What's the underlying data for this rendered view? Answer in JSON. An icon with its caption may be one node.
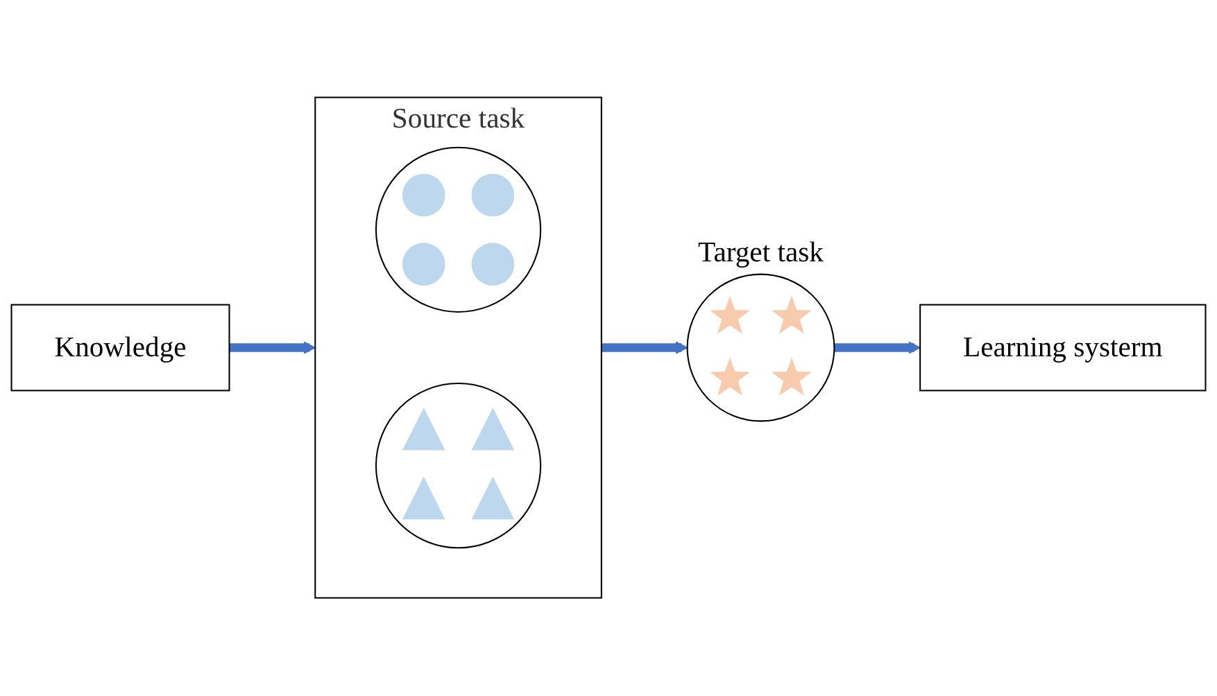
{
  "diagram": {
    "nodes": [
      {
        "text": [
          "Source task"
        ]
      },
      {
        "text": [],
        "shape": "circle",
        "in": 0
      },
      {
        "text": [],
        "shape": "circle",
        "in": 0
      },
      {
        "text": [
          "Target task"
        ]
      },
      {
        "text": [
          "Knowledge"
        ]
      },
      {
        "text": [
          "Learning systerm"
        ]
      }
    ],
    "edges": [
      {
        "from": 0,
        "to": 3,
        "arrow": "to"
      },
      {
        "from": 4,
        "to": 0,
        "arrow": "to"
      },
      {
        "from": 3,
        "to": 5,
        "arrow": "to"
      }
    ]
  }
}
